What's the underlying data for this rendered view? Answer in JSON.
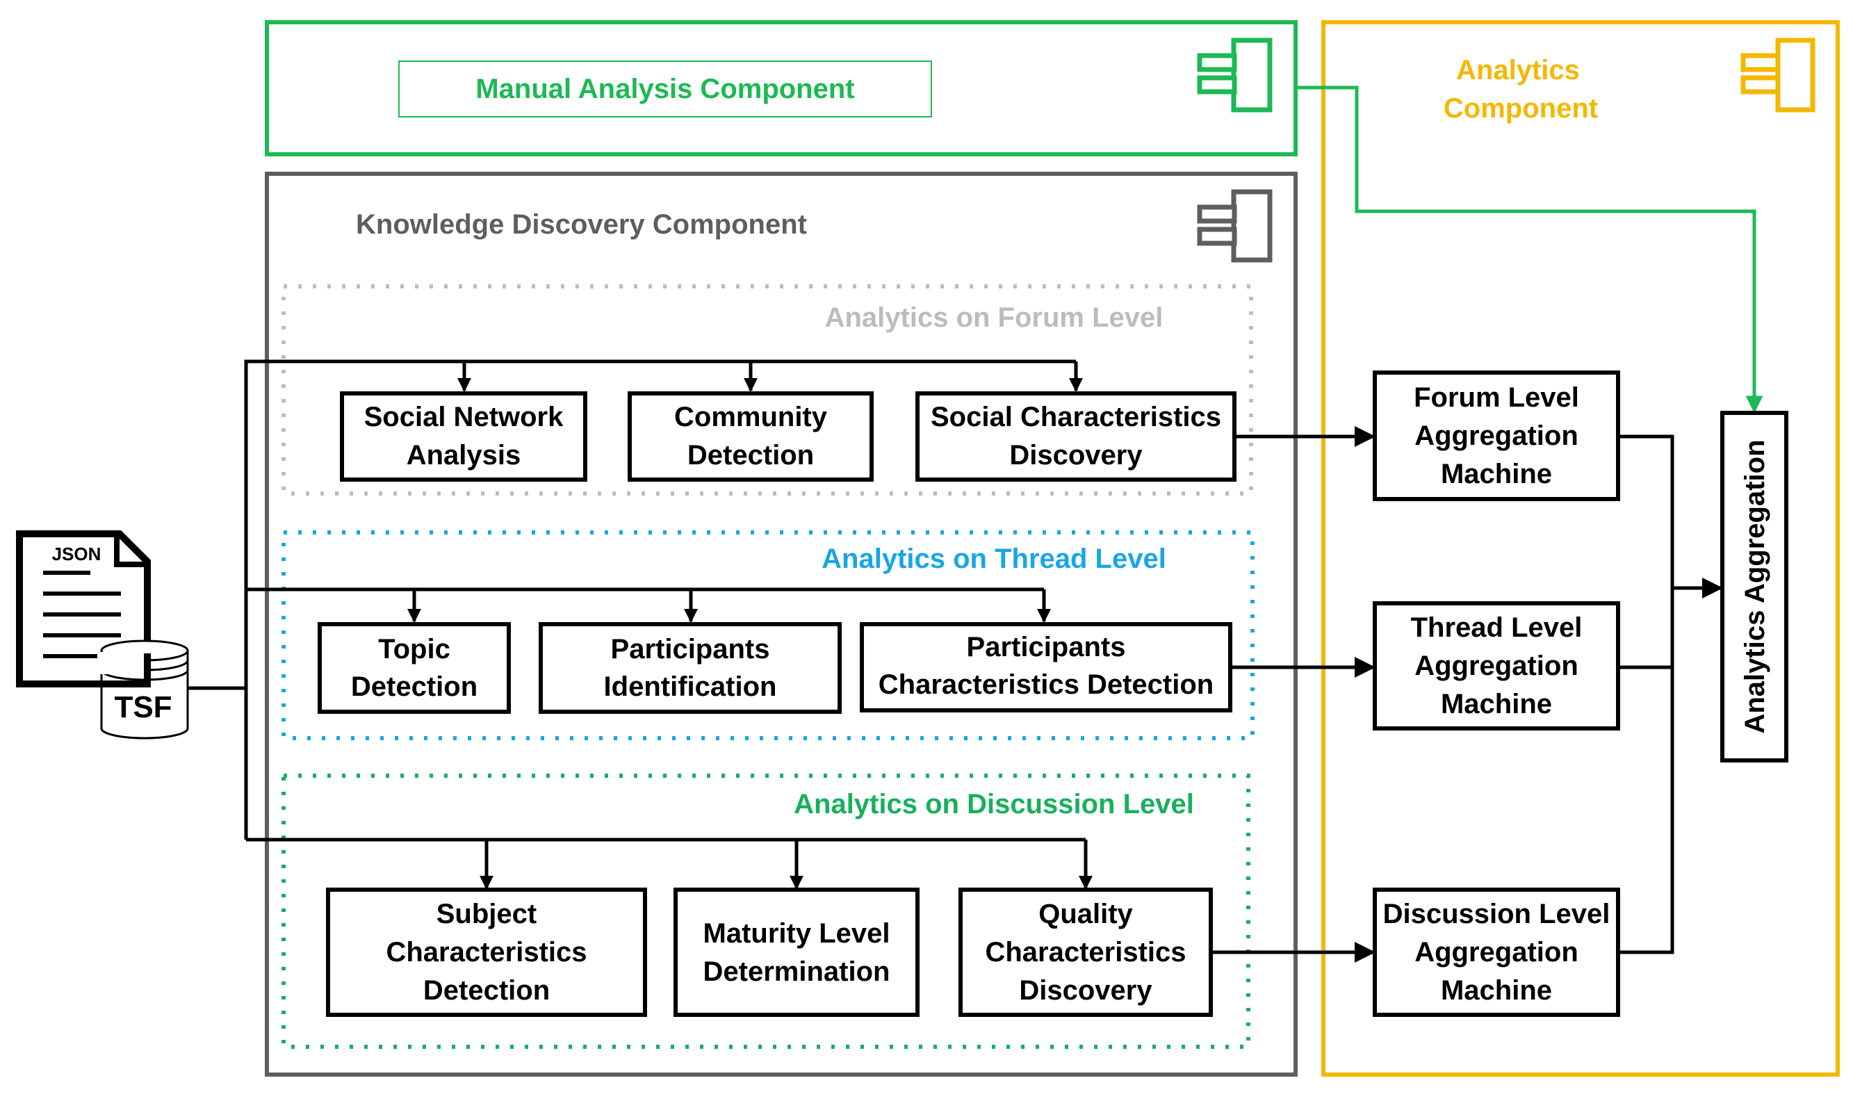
{
  "colors": {
    "manual": "#1db954",
    "analytics": "#f4b800",
    "kdc": "#5e5e5e",
    "forum_level": "#bcbcbc",
    "thread_level": "#1aa6e4",
    "discussion_level": "#17b05c",
    "ink": "#000000"
  },
  "input": {
    "document_label": "JSON",
    "database_label": "TSF"
  },
  "manual_component": {
    "title": "Manual Analysis Component",
    "icon": "component-icon"
  },
  "analytics_component": {
    "title_line1": "Analytics",
    "title_line2": "Component",
    "icon": "component-icon",
    "aggregation": "Analytics Aggregation",
    "machines": [
      {
        "line1": "Forum Level",
        "line2": "Aggregation",
        "line3": "Machine"
      },
      {
        "line1": "Thread Level",
        "line2": "Aggregation",
        "line3": "Machine"
      },
      {
        "line1": "Discussion Level",
        "line2": "Aggregation",
        "line3": "Machine"
      }
    ]
  },
  "knowledge_discovery": {
    "title": "Knowledge Discovery Component",
    "icon": "component-icon",
    "levels": [
      {
        "title": "Analytics on Forum Level",
        "boxes": [
          {
            "line1": "Social Network",
            "line2": "Analysis"
          },
          {
            "line1": "Community",
            "line2": "Detection"
          },
          {
            "line1": "Social Characteristics",
            "line2": "Discovery"
          }
        ]
      },
      {
        "title": "Analytics on Thread Level",
        "boxes": [
          {
            "line1": "Topic",
            "line2": "Detection"
          },
          {
            "line1": "Participants",
            "line2": "Identification"
          },
          {
            "line1": "Participants",
            "line2": "Characteristics Detection"
          }
        ]
      },
      {
        "title": "Analytics on Discussion Level",
        "boxes": [
          {
            "line1": "Subject",
            "line2": "Characteristics",
            "line3": "Detection"
          },
          {
            "line1": "Maturity Level",
            "line2": "Determination"
          },
          {
            "line1": "Quality",
            "line2": "Characteristics",
            "line3": "Discovery"
          }
        ]
      }
    ]
  }
}
